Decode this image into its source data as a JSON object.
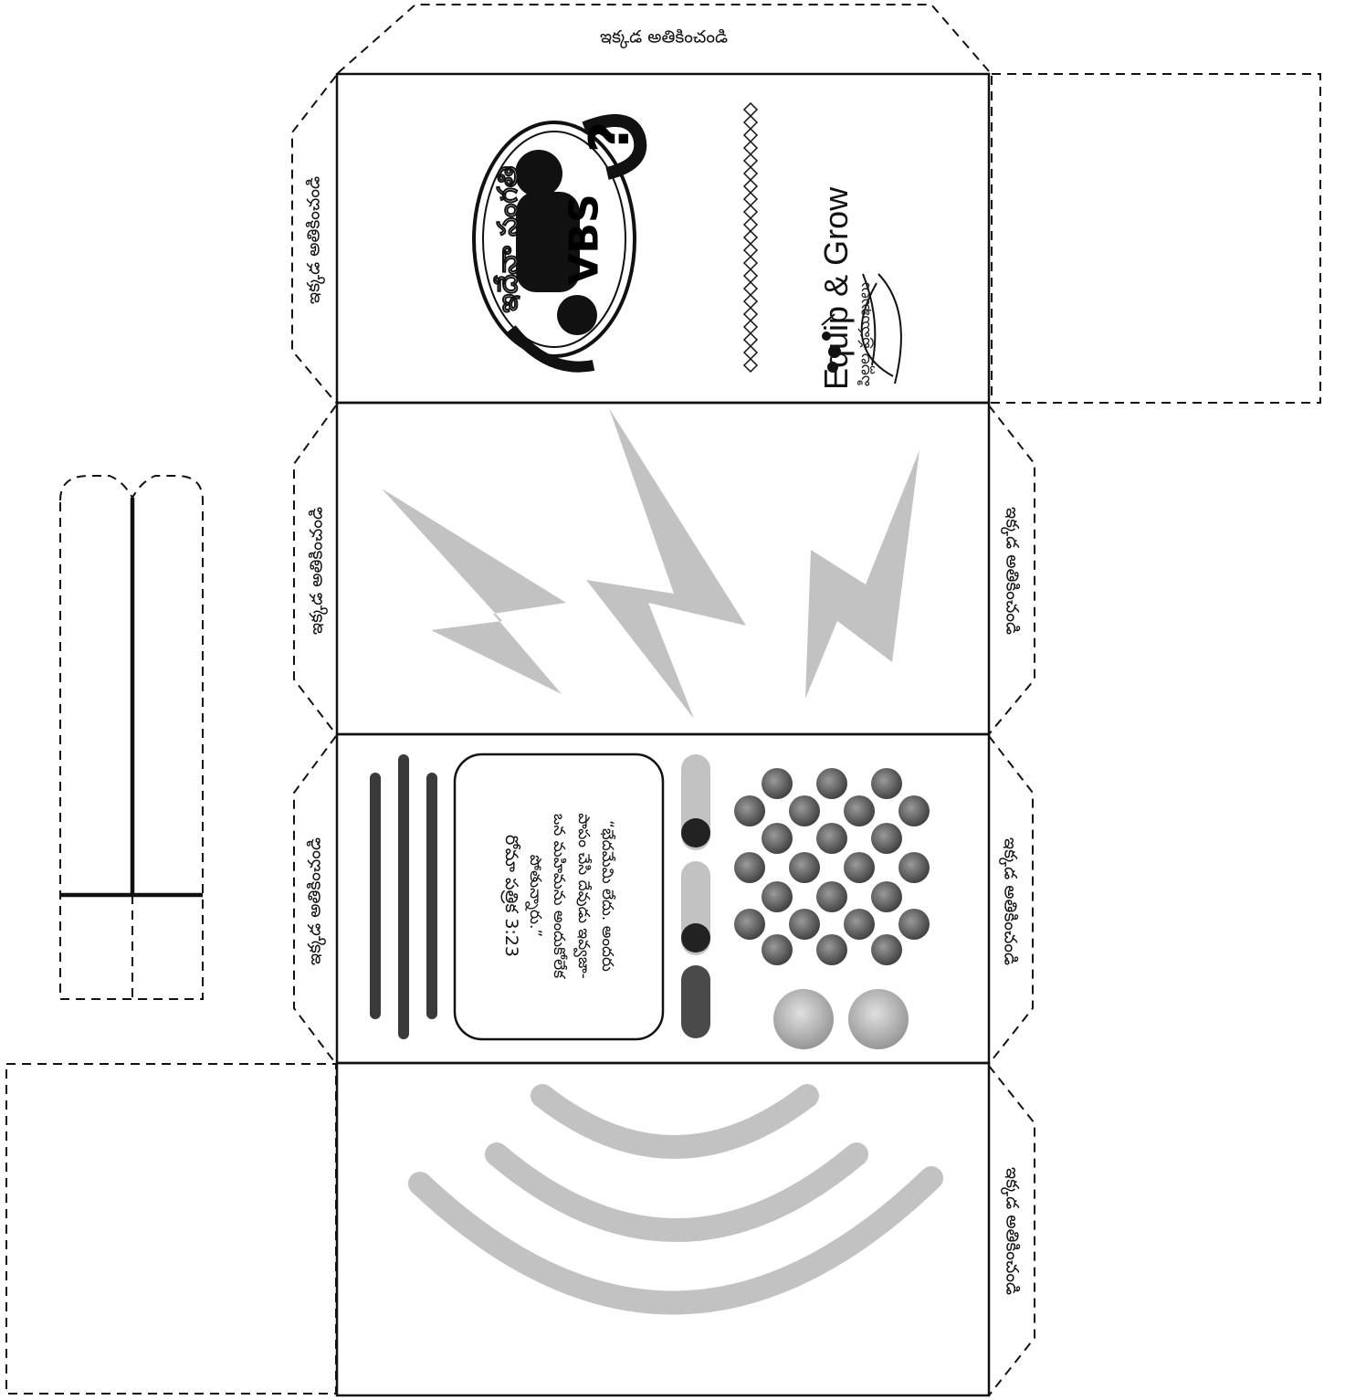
{
  "glue_label": "ఇక్కడ అతికించండి",
  "logo": {
    "script_text": "ఇదేనా సంగతి",
    "latin_text": "VBS",
    "question_mark": "?"
  },
  "brand": {
    "name": "Equip & Grow",
    "subtitle": "పిల్లల ప్రముఖులు"
  },
  "verse": {
    "lines": [
      "“భేదమేమి లేదు. అందరు",
      "పాపం చేసి దేవుడు ఇవ్వజా-",
      "ఒన మహిమను అందుకోలేక",
      "పోతున్నారు.”"
    ],
    "reference": "రోమా పత్రిక 3:23"
  },
  "colors": {
    "line": "#111111",
    "light_gray": "#c2c2c2",
    "mid_gray": "#8c8c8c",
    "dark_gray": "#3a3a3a"
  }
}
